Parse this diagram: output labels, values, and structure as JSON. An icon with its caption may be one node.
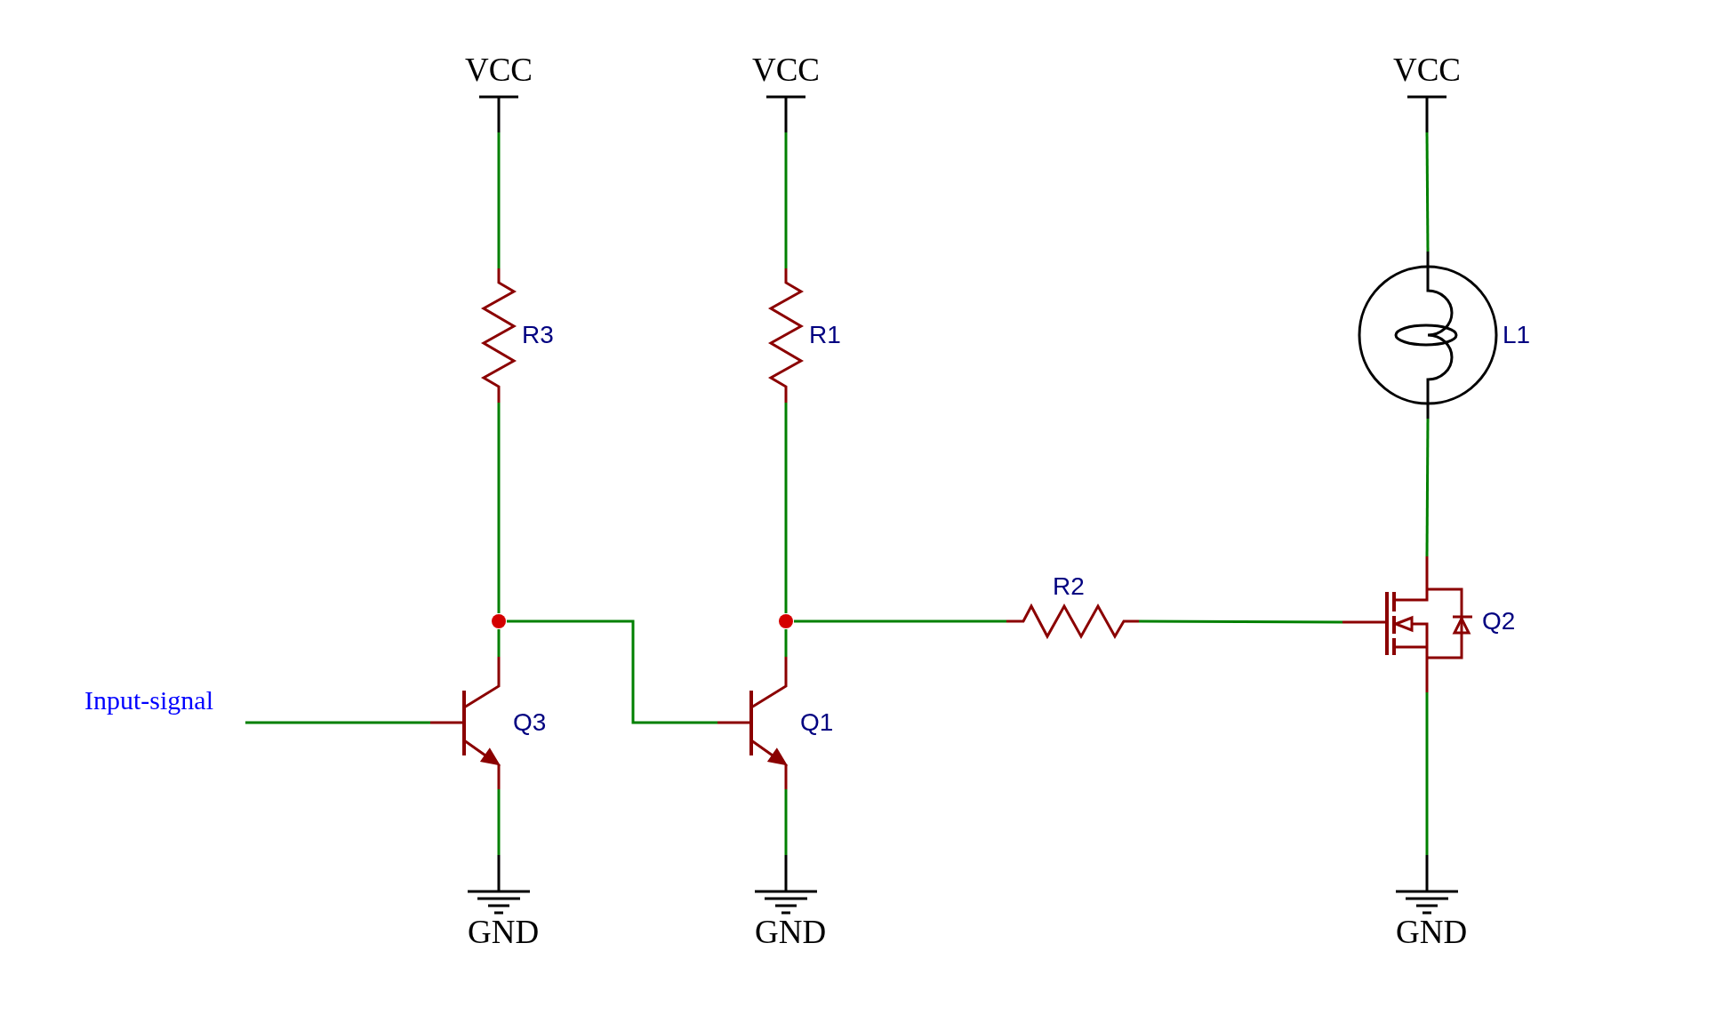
{
  "diagram": {
    "nodes": [
      {
        "text": [
          "VCC"
        ]
      },
      {
        "text": [
          "VCC"
        ]
      },
      {
        "text": [
          "VCC"
        ]
      },
      {
        "text": [],
        "shape": "resistor",
        "beside": [
          "R3"
        ]
      },
      {
        "text": [],
        "shape": "resistor",
        "beside": [
          "R1"
        ]
      },
      {
        "text": [],
        "shape": "lamp",
        "beside": [
          "L1"
        ]
      },
      {
        "text": [],
        "shape": "transistor",
        "beside": [
          "Q3"
        ]
      },
      {
        "text": [],
        "shape": "transistor",
        "beside": [
          "Q1"
        ]
      },
      {
        "text": [],
        "shape": "resistor",
        "beside": [
          "R2"
        ]
      },
      {
        "text": [],
        "shape": "mosfet",
        "beside": [
          "Q2"
        ]
      },
      {
        "text": [
          "GND"
        ]
      },
      {
        "text": [
          "GND"
        ]
      },
      {
        "text": [
          "GND"
        ]
      },
      {
        "text": [
          "Input-signal"
        ]
      },
      {
        "text": [],
        "shape": "circle"
      },
      {
        "text": [],
        "shape": "circle"
      }
    ],
    "edges": [
      {
        "from": 0,
        "to": 3,
        "arrow": "none"
      },
      {
        "from": 3,
        "to": 14,
        "arrow": "none"
      },
      {
        "from": 14,
        "to": 6,
        "arrow": "none"
      },
      {
        "from": 6,
        "to": 10,
        "arrow": "none"
      },
      {
        "from": 14,
        "to": 7,
        "arrow": "none"
      },
      {
        "from": 13,
        "to": 6,
        "arrow": "none"
      },
      {
        "from": 1,
        "to": 4,
        "arrow": "none"
      },
      {
        "from": 4,
        "to": 15,
        "arrow": "none"
      },
      {
        "from": 15,
        "to": 7,
        "arrow": "none"
      },
      {
        "from": 7,
        "to": 11,
        "arrow": "none"
      },
      {
        "from": 15,
        "to": 8,
        "arrow": "none"
      },
      {
        "from": 8,
        "to": 9,
        "arrow": "none"
      },
      {
        "from": 2,
        "to": 5,
        "arrow": "none"
      },
      {
        "from": 5,
        "to": 9,
        "arrow": "none"
      },
      {
        "from": 9,
        "to": 12,
        "arrow": "none"
      }
    ]
  }
}
